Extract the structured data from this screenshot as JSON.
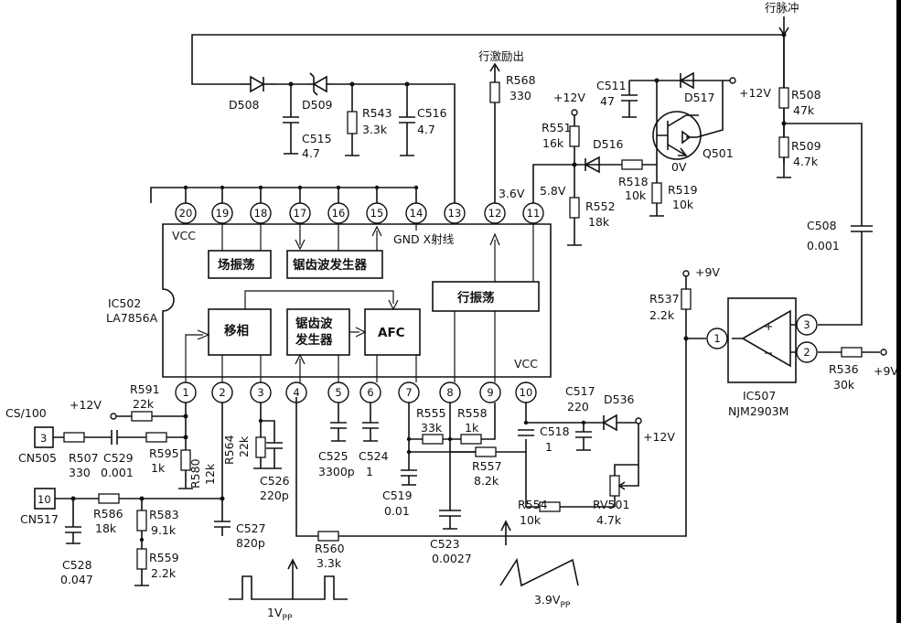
{
  "labels": {
    "hsync_pulse": "行脉冲",
    "h_drive_out": "行激励出",
    "cs": "CS/100",
    "gnd_xray": "GND X射线",
    "vcc_top": "VCC",
    "vcc_bottom": "VCC",
    "ic502_name": "IC502",
    "ic502_part": "LA7856A",
    "ic507_name": "IC507",
    "ic507_part": "NJM2903M",
    "v_3v6": "3.6V",
    "v_5v8": "5.8V",
    "v_0v": "0V",
    "pulse_1vpp": "1V",
    "pulse_1vpp_sub": "PP",
    "saw_3v9": "3.9V",
    "saw_3v9_sub": "PP"
  },
  "blocks": {
    "v_osc": "场振荡",
    "sawtooth_top": "锯齿波发生器",
    "phase_shift": "移相",
    "sawtooth_mid_1": "锯齿波",
    "sawtooth_mid_2": "发生器",
    "afc": "AFC",
    "h_osc": "行振荡"
  },
  "ic502_pins_top": [
    "20",
    "19",
    "18",
    "17",
    "16",
    "15",
    "14",
    "13",
    "12",
    "11"
  ],
  "ic502_pins_bottom": [
    "1",
    "2",
    "3",
    "4",
    "5",
    "6",
    "7",
    "8",
    "9",
    "10"
  ],
  "ic507_pins": [
    "1",
    "2",
    "3"
  ],
  "opamp_plus": "+",
  "opamp_minus": "−",
  "connectors": {
    "cn505": "CN505",
    "cn505_pin": "3",
    "cn517": "CN517",
    "cn517_pin": "10"
  },
  "supplies": {
    "p12v_a": "+12V",
    "p12v_b": "+12V",
    "p12v_c": "+12V",
    "p12v_d": "+12V",
    "p9v_a": "+9V",
    "p9v_b": "+9V"
  },
  "components": {
    "D508": "D508",
    "D509": "D509",
    "D516": "D516",
    "D517": "D517",
    "D536": "D536",
    "Q501": "Q501",
    "RV501": "RV501",
    "RV501_v": "4.7k",
    "C515": "C515",
    "C515_v": "4.7",
    "C516": "C516",
    "C516_v": "4.7",
    "C511": "C511",
    "C511_v": "47",
    "C508": "C508",
    "C508_v": "0.001",
    "C517": "C517",
    "C517_v": "220",
    "C518": "C518",
    "C518_v": "1",
    "C519": "C519",
    "C519_v": "0.01",
    "C523": "C523",
    "C523_v": "0.0027",
    "C524": "C524",
    "C524_v": "1",
    "C525": "C525",
    "C525_v": "3300p",
    "C526": "C526",
    "C526_v": "220p",
    "C527": "C527",
    "C527_v": "820p",
    "C528": "C528",
    "C528_v": "0.047",
    "C529": "C529",
    "C529_v": "0.001",
    "R543": "R543",
    "R543_v": "3.3k",
    "R568": "R568",
    "R568_v": "330",
    "R551": "R551",
    "R551_v": "16k",
    "R552": "R552",
    "R552_v": "18k",
    "R518": "R518",
    "R518_v": "10k",
    "R519": "R519",
    "R519_v": "10k",
    "R508": "R508",
    "R508_v": "47k",
    "R509": "R509",
    "R509_v": "4.7k",
    "R537": "R537",
    "R537_v": "2.2k",
    "R536": "R536",
    "R536_v": "30k",
    "R591": "R591",
    "R591_v": "22k",
    "R507": "R507",
    "R507_v": "330",
    "R595": "R595",
    "R595_v": "1k",
    "R580": "R580",
    "R580_v": "12k",
    "R564": "R564",
    "R564_v": "22k",
    "R586": "R586",
    "R586_v": "18k",
    "R583": "R583",
    "R583_v": "9.1k",
    "R559": "R559",
    "R559_v": "2.2k",
    "R555": "R555",
    "R555_v": "33k",
    "R558": "R558",
    "R558_v": "1k",
    "R557": "R557",
    "R557_v": "8.2k",
    "R554": "R554",
    "R554_v": "10k",
    "R560": "R560",
    "R560_v": "3.3k"
  }
}
